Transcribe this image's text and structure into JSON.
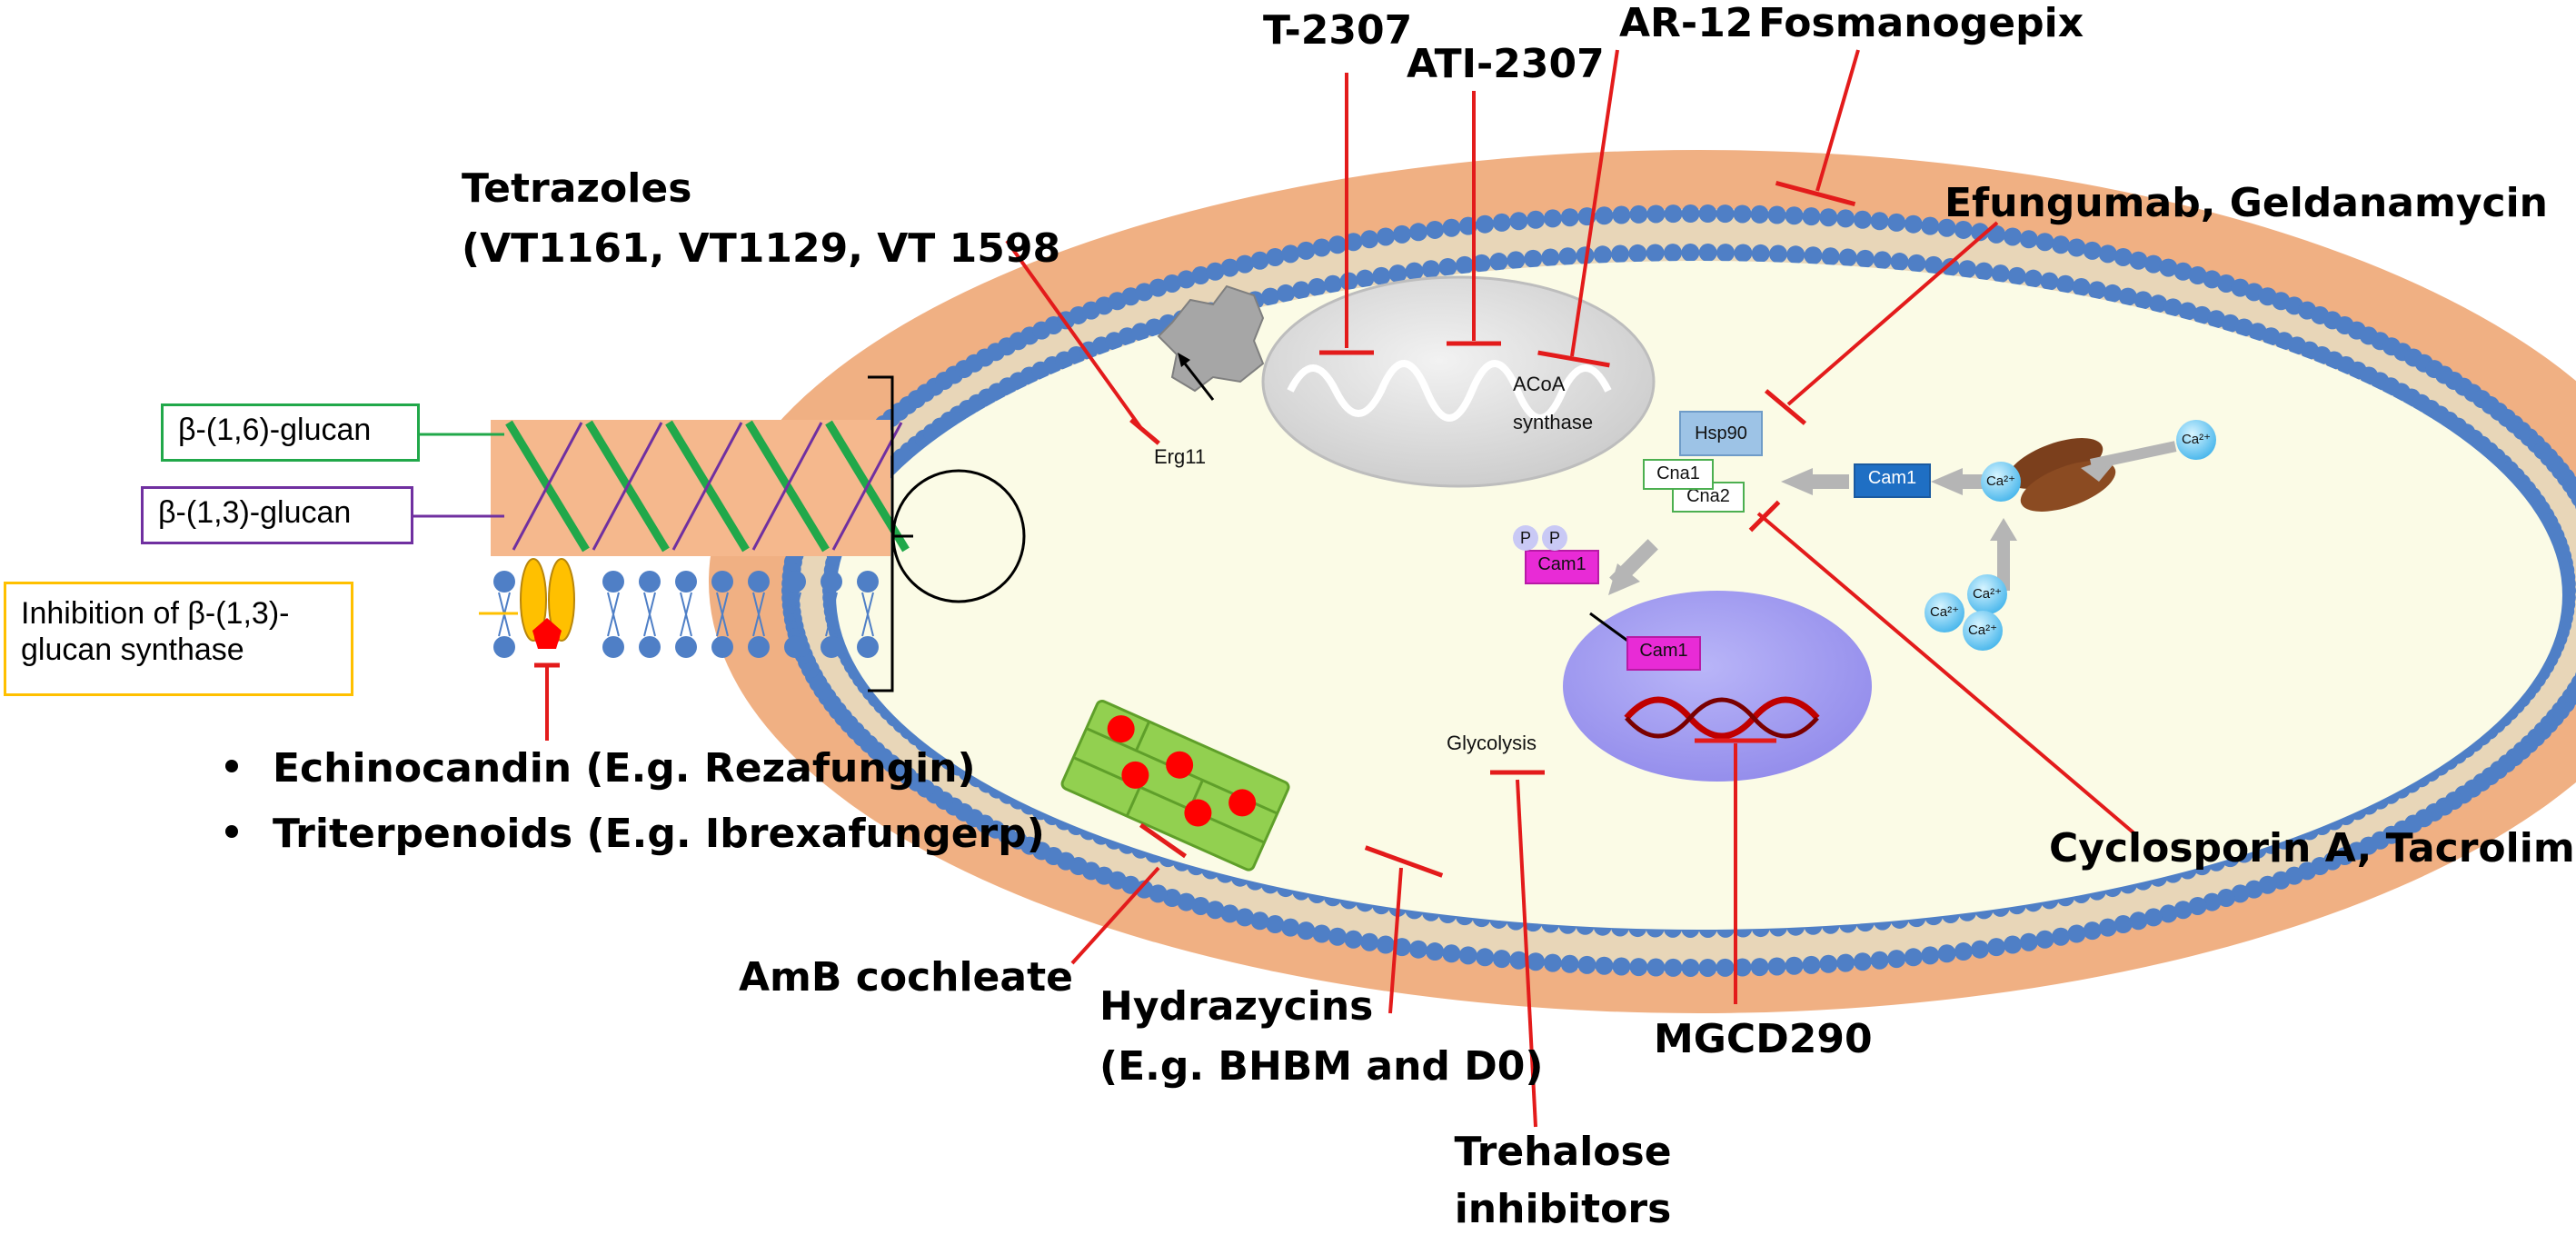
{
  "labels": {
    "t2307": "T-2307",
    "ati2307": "ATI-2307",
    "ar12": "AR-12",
    "fosmanogepix": "Fosmanogepix",
    "efungumab": "Efungumab, Geldanamycin",
    "tetrazoles_line1": "Tetrazoles",
    "tetrazoles_line2": "(VT1161, VT1129, VT 1598",
    "cyclosporin": "Cyclosporin A, Tacrolimus",
    "amb": "AmB cochleate",
    "hydrazycins_line1": "Hydrazycins",
    "hydrazycins_line2": "(E.g. BHBM and D0)",
    "trehalose_line1": "Trehalose",
    "trehalose_line2": "inhibitors",
    "mgcd290": "MGCD290"
  },
  "cellwall_legend": {
    "b16": "β-(1,6)-glucan",
    "b13": "β-(1,3)-glucan",
    "inhibition": "Inhibition of β-(1,3)-glucan synthase"
  },
  "bullets": [
    "Echinocandin (E.g. Rezafungin)",
    "Triterpenoids (E.g. Ibrexafungerp)"
  ],
  "organelles": {
    "erg11": "Erg11",
    "acoa_line1": "ACoA",
    "acoa_line2": "synthase",
    "glycolysis": "Glycolysis",
    "hsp90": "Hsp90",
    "cna1": "Cna1",
    "cna2": "Cna2",
    "cam1": "Cam1",
    "cam1_p": "Cam1",
    "cam1_nucleus": "Cam1",
    "p": "P",
    "ca": "Ca²⁺"
  },
  "colors": {
    "cell_wall": "#f0b083",
    "membrane": "#4f7fc6",
    "cytoplasm": "#fbfbe6",
    "inhibitor": "#e31b1b",
    "b16": "#21a84a",
    "b13": "#7030a0",
    "inhibition_box": "#ffc000",
    "nucleus": "#9b96ee",
    "mitochondria": "#d9d9d9",
    "hsp90": "#9dc3e6",
    "cna": "#4caf50",
    "cam1": "#1f6fc4",
    "cam1_pink": "#e82bd6",
    "er": "#8fd04c",
    "calcium": "#38b6f0",
    "channel": "#7b3f1c"
  }
}
